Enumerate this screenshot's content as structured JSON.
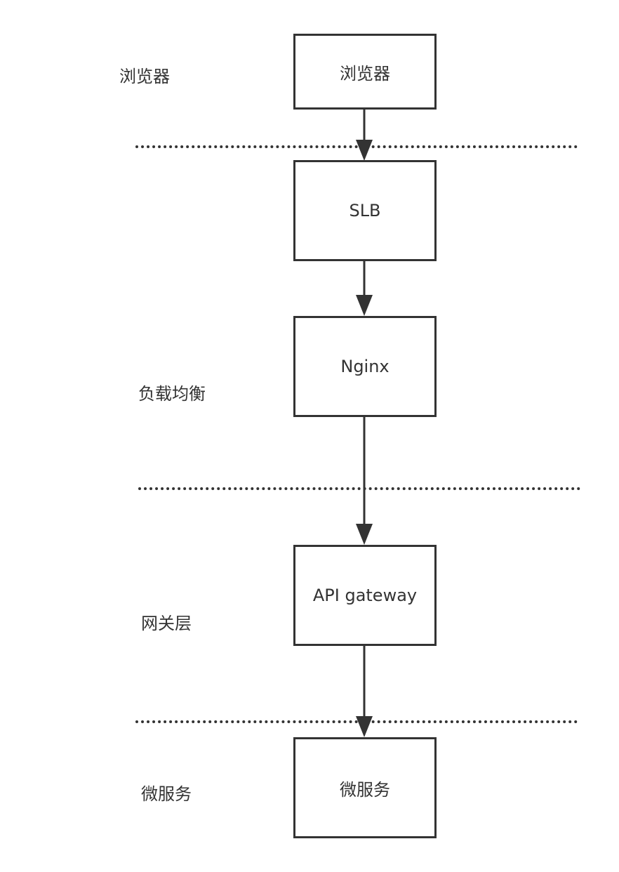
{
  "layer_labels": {
    "browser": "浏览器",
    "load_balancing": "负载均衡",
    "gateway_layer": "网关层",
    "microservice": "微服务"
  },
  "nodes": {
    "browser": "浏览器",
    "slb": "SLB",
    "nginx": "Nginx",
    "api_gateway": "API gateway",
    "microservice": "微服务"
  },
  "colors": {
    "stroke": "#333333",
    "background": "#ffffff",
    "text": "#333333"
  }
}
